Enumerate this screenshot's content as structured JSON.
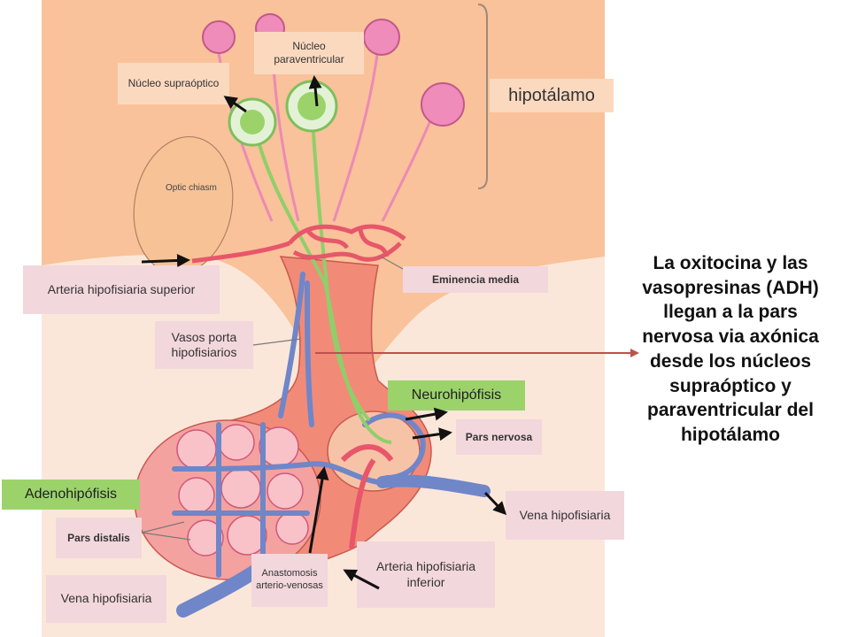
{
  "labels": {
    "nucleo_paraventricular": "Núcleo paraventricular",
    "nucleo_supraoptico": "Núcleo supraóptico",
    "hipotalamo": "hipotálamo",
    "optic_chiasm": "Optic chiasm",
    "arteria_hipofisiaria_superior": "Arteria hipofisiaria superior",
    "eminencia_media": "Eminencia media",
    "vasos_porta": "Vasos porta hipofisiarios",
    "neurohipofisis": "Neurohipófisis",
    "pars_nervosa": "Pars nervosa",
    "adenohipofisis": "Adenohipófisis",
    "pars_distalis": "Pars distalis",
    "vena_hipofisiaria_right": "Vena hipofisiaria",
    "vena_hipofisiaria_left": "Vena hipofisiaria",
    "anastomosis": "Anastomosis arterio-venosas",
    "arteria_hipofisiaria_inferior": "Arteria hipofisiaria inferior"
  },
  "side_text": "La oxitocina y las vasopresinas (ADH) llegan a la pars nervosa via axónica desde los núcleos supraóptico y paraventricular del hipotálamo",
  "colors": {
    "tissue": "#f6b98c",
    "tissue_light": "#fbd3b2",
    "artery": "#e8566a",
    "vein": "#6f86c9",
    "neuron_pink": "#f090b8",
    "neuron_green": "#a8d88a",
    "label_pink": "#f2d7dc",
    "label_green": "#9bd36a",
    "annotation_arrow": "#c0504d"
  }
}
